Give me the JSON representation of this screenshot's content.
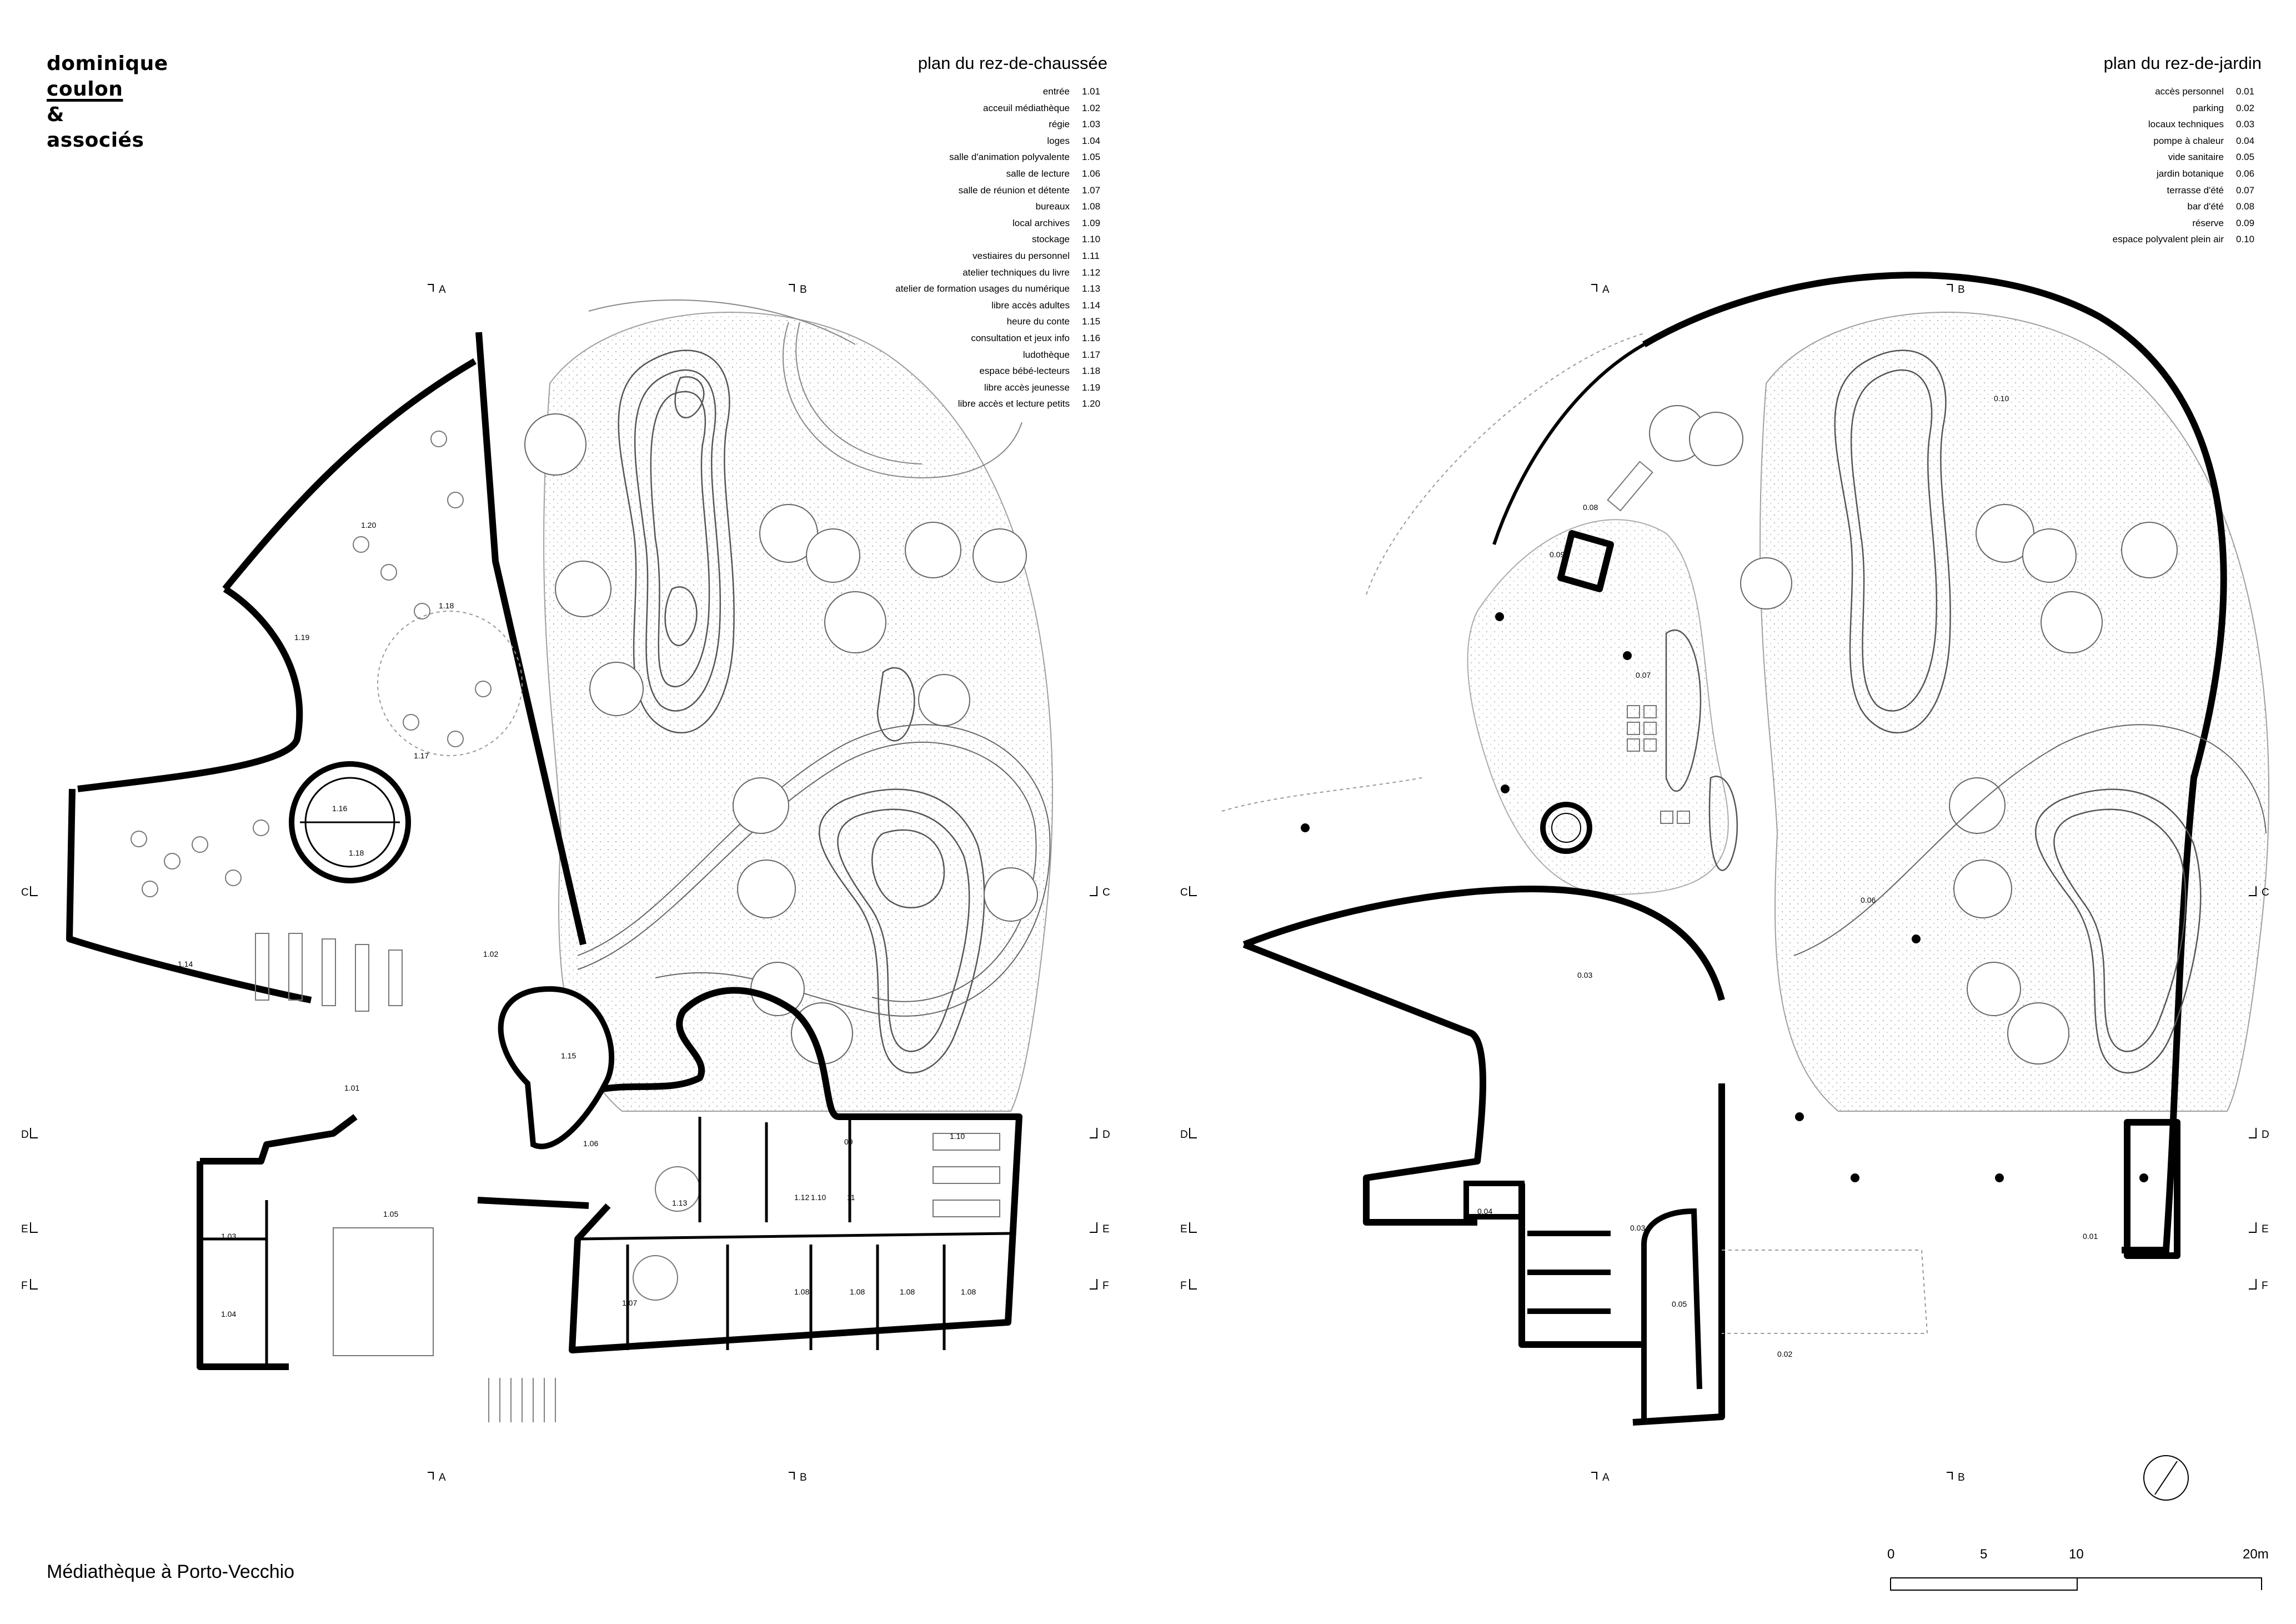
{
  "logo": {
    "line1": "dominique",
    "line2": "coulon",
    "line3": "&",
    "line4": "associés"
  },
  "caption": "Médiathèque à Porto-Vecchio",
  "ground_floor": {
    "title": "plan du rez-de-chaussée",
    "legend": [
      {
        "label": "entrée",
        "num": "1.01"
      },
      {
        "label": "acceuil médiathèque",
        "num": "1.02"
      },
      {
        "label": "régie",
        "num": "1.03"
      },
      {
        "label": "loges",
        "num": "1.04"
      },
      {
        "label": "salle d'animation polyvalente",
        "num": "1.05"
      },
      {
        "label": "salle de lecture",
        "num": "1.06"
      },
      {
        "label": "salle de réunion et détente",
        "num": "1.07"
      },
      {
        "label": "bureaux",
        "num": "1.08"
      },
      {
        "label": "local archives",
        "num": "1.09"
      },
      {
        "label": "stockage",
        "num": "1.10"
      },
      {
        "label": "vestiaires du personnel",
        "num": "1.11"
      },
      {
        "label": "atelier techniques du livre",
        "num": "1.12"
      },
      {
        "label": "atelier de formation usages du numérique",
        "num": "1.13"
      },
      {
        "label": "libre accès adultes",
        "num": "1.14"
      },
      {
        "label": "heure du conte",
        "num": "1.15"
      },
      {
        "label": "consultation et jeux info",
        "num": "1.16"
      },
      {
        "label": "ludothèque",
        "num": "1.17"
      },
      {
        "label": "espace bébé-lecteurs",
        "num": "1.18"
      },
      {
        "label": "libre accès jeunesse",
        "num": "1.19"
      },
      {
        "label": "libre accès et lecture petits",
        "num": "1.20"
      }
    ],
    "rooms": [
      "1.01",
      "1.02",
      "1.03",
      "1.04",
      "1.05",
      "1.06",
      "1.07",
      "1.08",
      "1.08",
      "1.08",
      "1.08",
      "09",
      "1.10",
      "1.10",
      "11",
      "1.12",
      "1.13",
      "1.14",
      "1.15",
      "1.16",
      "1.18",
      "1.17",
      "1.18",
      "1.19",
      "1.20"
    ]
  },
  "garden_floor": {
    "title": "plan du rez-de-jardin",
    "legend": [
      {
        "label": "accès personnel",
        "num": "0.01"
      },
      {
        "label": "parking",
        "num": "0.02"
      },
      {
        "label": "locaux techniques",
        "num": "0.03"
      },
      {
        "label": "pompe à chaleur",
        "num": "0.04"
      },
      {
        "label": "vide sanitaire",
        "num": "0.05"
      },
      {
        "label": "jardin botanique",
        "num": "0.06"
      },
      {
        "label": "terrasse d'été",
        "num": "0.07"
      },
      {
        "label": "bar d'été",
        "num": "0.08"
      },
      {
        "label": "réserve",
        "num": "0.09"
      },
      {
        "label": "espace polyvalent plein air",
        "num": "0.10"
      }
    ],
    "rooms": [
      "0.10",
      "0.08",
      "0.09",
      "0.07",
      "0.06",
      "0.03",
      "0.04",
      "0.03",
      "0.05",
      "0.01",
      "0.02"
    ]
  },
  "sections": {
    "a": "A",
    "b": "B",
    "c": "C",
    "d": "D",
    "e": "E",
    "f": "F"
  },
  "scale": {
    "s0": "0",
    "s5": "5",
    "s10": "10",
    "s20": "20m"
  }
}
